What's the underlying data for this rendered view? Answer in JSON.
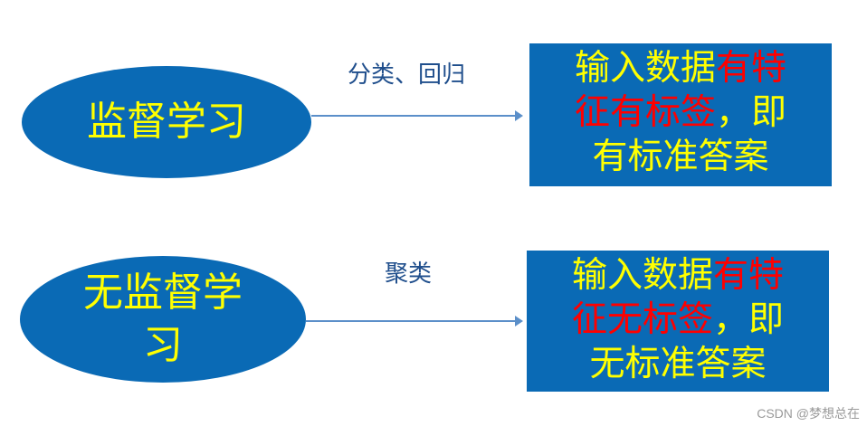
{
  "nodes": {
    "supervised": {
      "label": "监督学习"
    },
    "unsupervised": {
      "label": "无监督学习"
    }
  },
  "edges": {
    "supervised": {
      "label": "分类、回归"
    },
    "unsupervised": {
      "label": "聚类"
    }
  },
  "results": {
    "supervised": {
      "line1_prefix": "输入数据",
      "line1_highlight": "有特",
      "line2_highlight": "征有标签",
      "line2_suffix": "，即",
      "line3": "有标准答案"
    },
    "unsupervised": {
      "line1_prefix": "输入数据",
      "line1_highlight": "有特",
      "line2_highlight": "征无标签",
      "line2_suffix": "，即",
      "line3": "无标准答案"
    }
  },
  "watermark": "CSDN @梦想总在",
  "colors": {
    "fill": "#0a6ab5",
    "text": "#ffff00",
    "highlight": "#ff0000",
    "edge": "#5b8fc9",
    "edge_label": "#1f4e8c"
  }
}
